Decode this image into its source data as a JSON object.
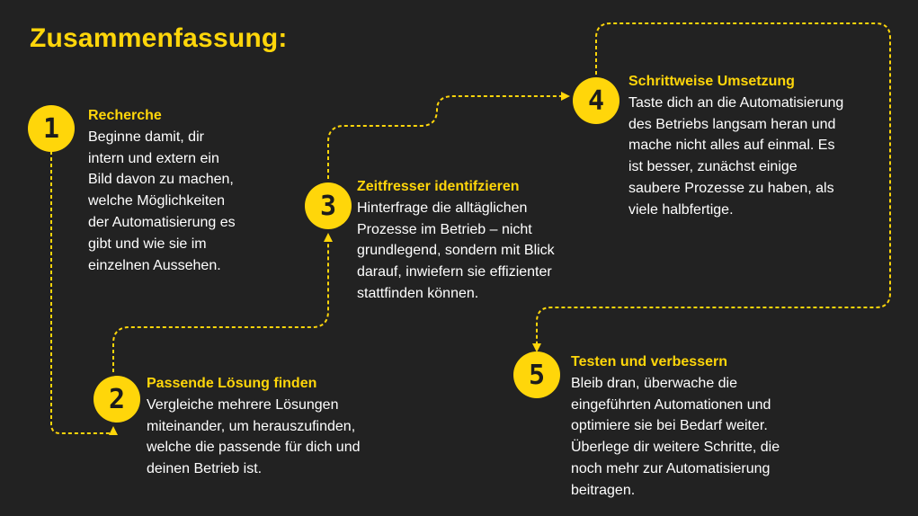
{
  "title": "Zusammenfassung:",
  "colors": {
    "background": "#222222",
    "accent": "#FFD60A",
    "text": "#FFFFFF"
  },
  "steps": [
    {
      "number": "1",
      "title": "Recherche",
      "text": "Beginne damit, dir\nintern und extern ein\nBild davon zu machen,\nwelche Möglichkeiten\nder Automatisierung es\ngibt und wie sie im\neinzelnen Aussehen."
    },
    {
      "number": "2",
      "title": "Passende Lösung finden",
      "text": "Vergleiche mehrere Lösungen\nmiteinander, um herauszufinden,\nwelche die passende für dich und\ndeinen Betrieb ist."
    },
    {
      "number": "3",
      "title": "Zeitfresser identifzieren",
      "text": "Hinterfrage die alltäglichen\nProzesse im Betrieb – nicht\ngrundlegend, sondern mit Blick\ndarauf, inwiefern sie effizienter\nstattfinden können."
    },
    {
      "number": "4",
      "title": "Schrittweise Umsetzung",
      "text": "Taste dich an die Automatisierung\ndes Betriebs langsam heran und\nmache nicht alles auf einmal. Es\nist besser, zunächst einige\nsaubere Prozesse zu haben, als\nviele halbfertige."
    },
    {
      "number": "5",
      "title": "Testen und verbessern",
      "text": "Bleib dran, überwache die\neingeführten Automationen und\noptimiere sie bei Bedarf weiter.\nÜberlege dir weitere Schritte, die\nnoch mehr zur Automatisierung\nbeitragen."
    }
  ]
}
